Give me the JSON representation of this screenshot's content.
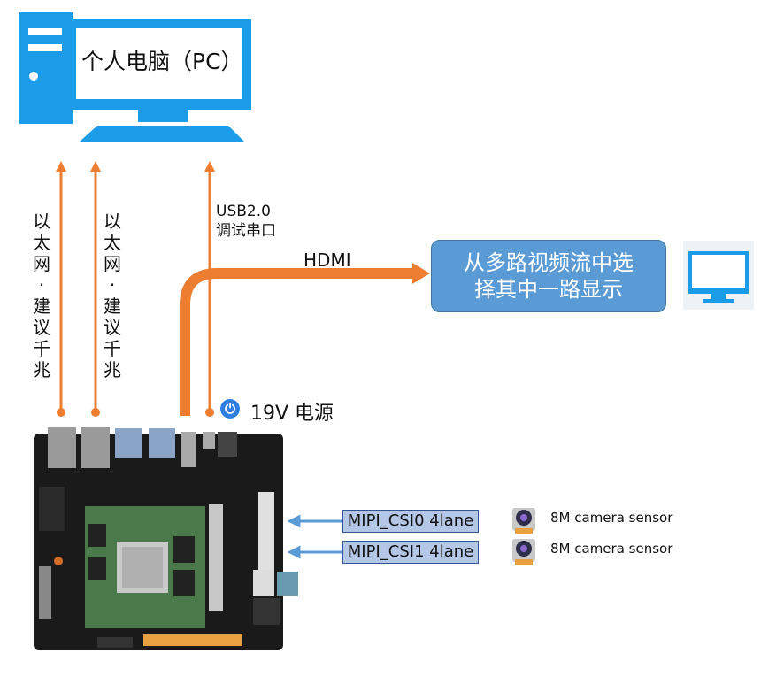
{
  "pc": {
    "label": "个人电脑（PC）"
  },
  "links": {
    "ethernet_1": [
      "以",
      "太",
      "网",
      "·",
      "建",
      "议",
      "千",
      "兆"
    ],
    "ethernet_2": [
      "以",
      "太",
      "网",
      "·",
      "建",
      "议",
      "千",
      "兆"
    ],
    "usb_line1": "USB2.0",
    "usb_line2": "调试串口",
    "hdmi": "HDMI"
  },
  "display": {
    "line1": "从多路视频流中选",
    "line2": "择其中一路显示"
  },
  "power": {
    "label": "19V 电源"
  },
  "mipi": [
    {
      "label": "MIPI_CSI0 4lane",
      "camera": "8M camera sensor"
    },
    {
      "label": "MIPI_CSI1 4lane",
      "camera": "8M camera sensor"
    }
  ],
  "colors": {
    "pc_blue": "#1c9ce8",
    "arrow_orange": "#ed7d31",
    "box_blue": "#5b9bd5",
    "mipi_fill": "#b4c7e7",
    "mipi_arrow": "#5b9bd5",
    "board_black": "#1a1a1a"
  }
}
